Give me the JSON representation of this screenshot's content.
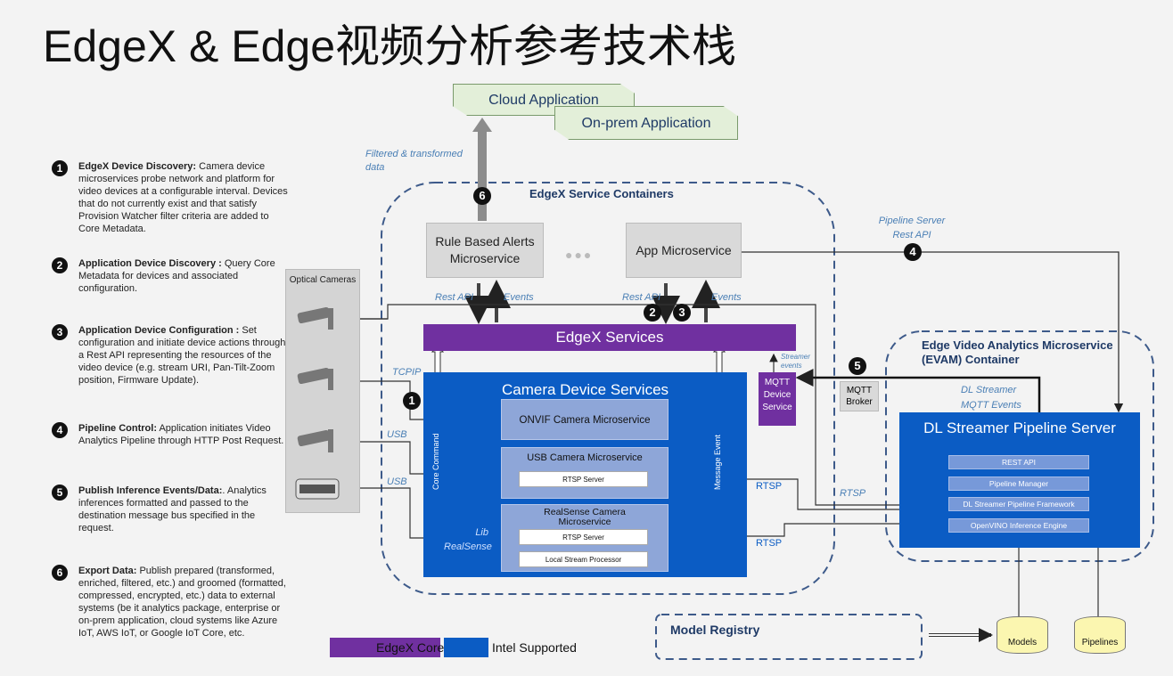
{
  "title": "EdgeX & Edge视频分析参考技术栈",
  "steps": [
    {
      "num": "1",
      "heading": "EdgeX Device Discovery:",
      "text": " Camera device microservices probe network and platform for video devices at a configurable interval. Devices that do not currently exist and that satisfy Provision Watcher filter criteria are added to Core Metadata."
    },
    {
      "num": "2",
      "heading": "Application Device Discovery :",
      "text": " Query Core Metadata for devices and associated configuration."
    },
    {
      "num": "3",
      "heading": "Application Device Configuration :",
      "text": " Set configuration and initiate device actions through a Rest API representing the resources of the video device (e.g. stream URI, Pan-Tilt-Zoom position, Firmware Update)."
    },
    {
      "num": "4",
      "heading": "Pipeline Control:",
      "text": " Application initiates Video Analytics Pipeline through HTTP Post Request."
    },
    {
      "num": "5",
      "heading": "Publish Inference Events/Data:",
      "text": ". Analytics inferences formatted and  passed to the destination  message bus specified in the request."
    },
    {
      "num": "6",
      "heading": "Export  Data:",
      "text": " Publish prepared (transformed, enriched, filtered, etc.) and groomed (formatted, compressed, encrypted, etc.) data to external systems (be it analytics package, enterprise or on-prem application, cloud systems like Azure IoT, AWS IoT, or Google IoT Core, etc."
    }
  ],
  "diagram": {
    "cloud_app": "Cloud Application",
    "onprem_app": "On-prem Application",
    "filtered_data": "Filtered  & transformed data",
    "edgex_containers": "EdgeX Service Containers",
    "rule_alerts": "Rule Based Alerts Microservice",
    "app_ms": "App Microservice",
    "pipeline_rest": "Pipeline Server Rest API",
    "rest_api_1": "Rest API",
    "events_1": "Events",
    "rest_api_2": "Rest API",
    "events_2": "Events",
    "optical_cameras": "Optical Cameras",
    "edgex_services": "EdgeX Services",
    "camera_device_services": "Camera Device Services",
    "onvif": "ONVIF Camera Microservice",
    "usb_cam": "USB Camera Microservice",
    "rtsp_server_1": "RTSP Server",
    "realsense": "RealSense Camera Microservice",
    "rtsp_server_2": "RTSP Server",
    "local_stream": "Local Stream Processor",
    "core_command": "Core Command",
    "message_event": "Message Event",
    "tcpip": "TCPIP",
    "usb_1": "USB",
    "usb_2": "USB",
    "lib_realsense": "Lib RealSense",
    "streamer_events": "Streamer events",
    "mqtt_device": "MQTT Device Service",
    "mqtt_broker": "MQTT Broker",
    "rtsp_1": "RTSP",
    "rtsp_2": "RTSP",
    "rtsp_3": "RTSP",
    "evam_title": "Edge Video Analytics Microservice (EVAM) Container",
    "dl_events": "DL Streamer MQTT Events",
    "dl_server": "DL Streamer Pipeline Server",
    "rest_api_evam": "REST API",
    "pipeline_manager": "Pipeline Manager",
    "dl_framework": "DL Streamer Pipeline Framework",
    "openvino": "OpenVINO Inference Engine",
    "model_registry": "Model Registry",
    "models": "Models",
    "pipelines": "Pipelines",
    "dots": "●●●"
  },
  "legend": {
    "core": "EdgeX Core",
    "intel": "Intel Supported"
  },
  "colors": {
    "purple": "#7030a0",
    "blue": "#0b5cc4",
    "dashed": "#3d5a8a"
  }
}
